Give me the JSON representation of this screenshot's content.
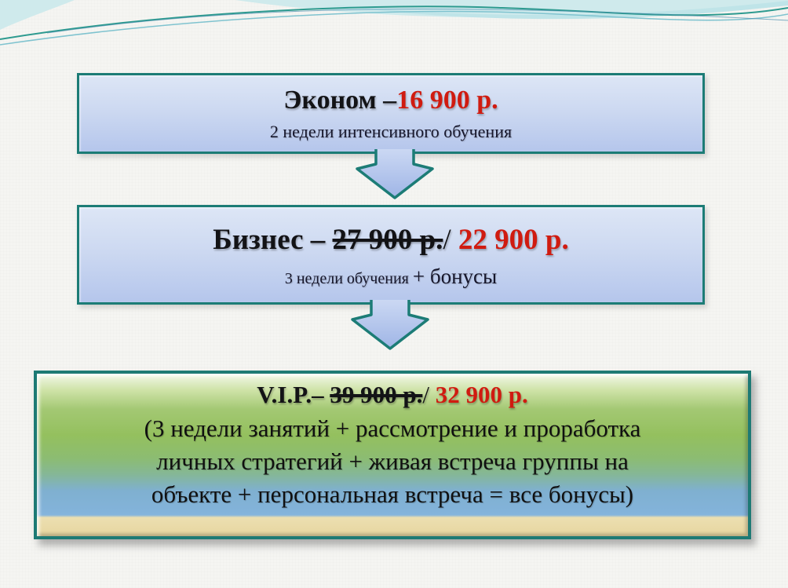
{
  "slide": {
    "type": "pricing-tiers-slide",
    "colors": {
      "background": "#f5f5f2",
      "teal_border": "#1c7c76",
      "price_red": "#d01b10",
      "text_dark": "#131316",
      "box_blue_top": "#dde6f6",
      "box_blue_bottom": "#b5c6ec",
      "vip_green": "#94c05e",
      "vip_blue": "#83b3da",
      "vip_cream": "#ecdfb0"
    }
  },
  "tiers": {
    "econom": {
      "name_label": "Эконом –",
      "price": "16 900 р.",
      "subtitle": "2 недели интенсивного обучения"
    },
    "business": {
      "name_label": "Бизнес – ",
      "old_price": "27 900 р.",
      "slash": "/",
      "price": " 22 900 р.",
      "subtitle_prefix": "3 недели обучения ",
      "subtitle_emphasis": "+ бонусы"
    },
    "vip": {
      "name_label": "V.I.P.– ",
      "old_price": "39 900 р.",
      "slash": "/",
      "price": " 32 900 р.",
      "body_line1": "(3 недели занятий + рассмотрение и проработка",
      "body_line2": "личных стратегий + живая встреча группы на",
      "body_line3": "объекте + персональная встреча = все бонусы)"
    }
  }
}
